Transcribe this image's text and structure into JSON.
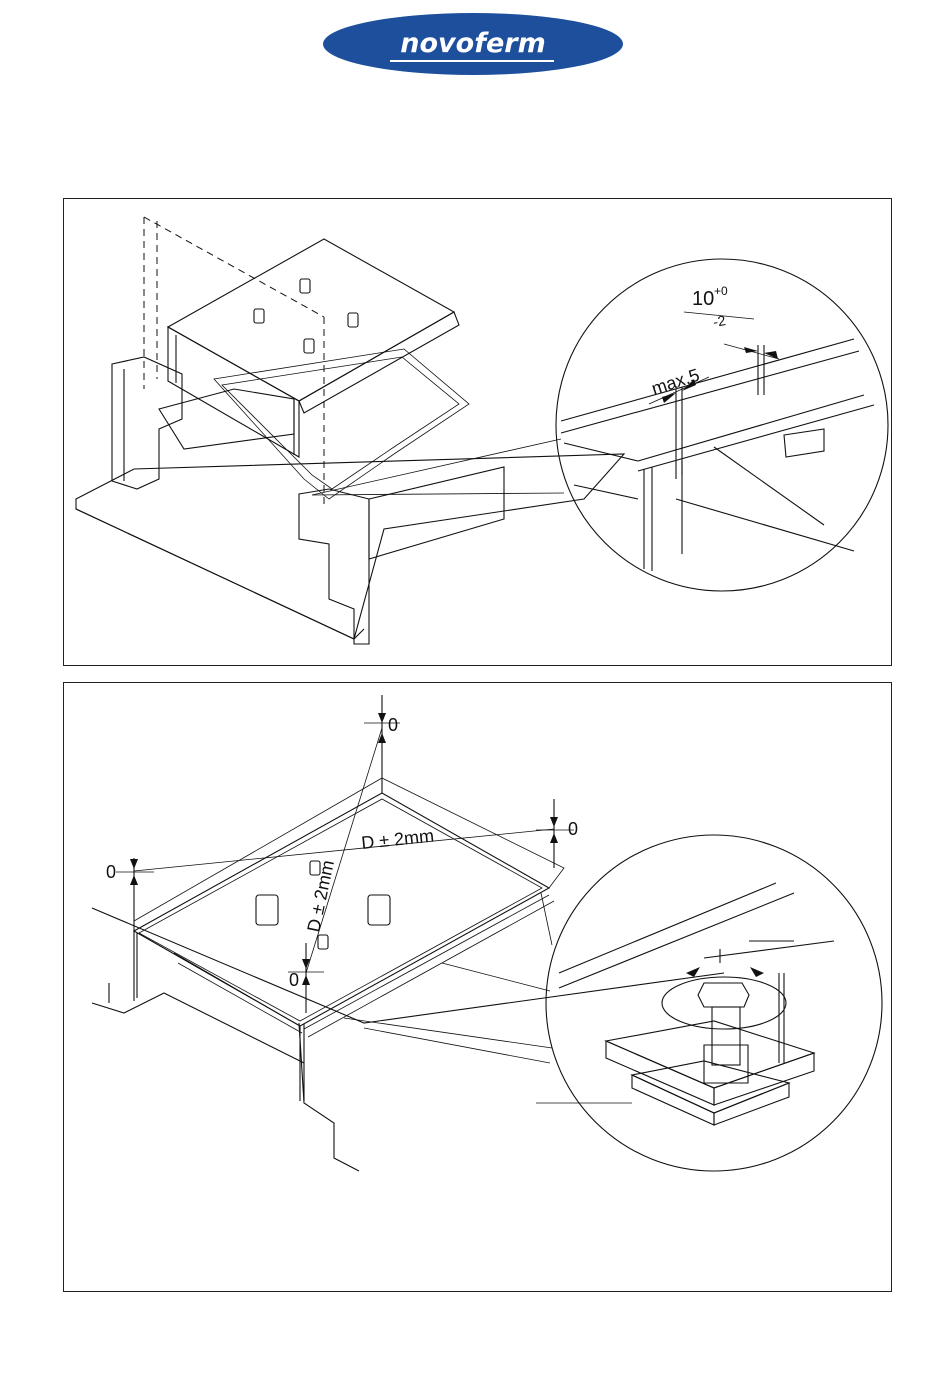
{
  "header": {
    "brand": "novoferm",
    "brand_color": "#1d4f9c",
    "brand_text_color": "#ffffff"
  },
  "figure_1": {
    "dimension_gap": "10",
    "dimension_gap_tol_plus": "+0",
    "dimension_gap_tol_minus": "-2",
    "dimension_max": "max.5"
  },
  "figure_2": {
    "diag_label_1": "D ± 2mm",
    "diag_label_2": "D ± 2mm",
    "level_top": "0",
    "level_right": "0",
    "level_left": "0",
    "level_bottom": "0"
  }
}
